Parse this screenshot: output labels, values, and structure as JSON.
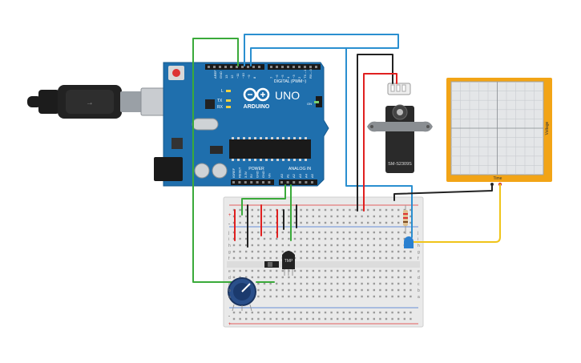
{
  "arduino": {
    "brand": "ARDUINO",
    "model": "UNO",
    "digital_label": "DIGITAL (PWM~)",
    "power_label": "POWER",
    "analog_label": "ANALOG IN",
    "aref": "AREF",
    "gnd": "GND",
    "pins_top": [
      "13",
      "12",
      "~11",
      "~10",
      "~9",
      "8",
      "7",
      "~6",
      "~5",
      "4",
      "~3",
      "2",
      "TX→1",
      "RX←0"
    ],
    "pins_power": [
      "IOREF",
      "RESET",
      "3.3V",
      "5V",
      "GND",
      "GND",
      "Vin"
    ],
    "pins_analog": [
      "A0",
      "A1",
      "A2",
      "A3",
      "A4",
      "A5"
    ],
    "led_l": "L",
    "led_tx": "TX",
    "led_rx": "RX",
    "led_on": "ON"
  },
  "servo": {
    "model": "SM-S2309S"
  },
  "oscilloscope": {
    "y_label": "Voltage",
    "x_label": "Time"
  },
  "sensor": {
    "label": "TMP"
  },
  "breadboard": {
    "rows_left": [
      "j",
      "i",
      "h",
      "g",
      "f"
    ],
    "rows_right": [
      "e",
      "d",
      "c",
      "b",
      "a"
    ],
    "plus": "+",
    "minus": "-"
  },
  "colors": {
    "board": "#1f6fad",
    "wire_green": "#3aaa3a",
    "wire_blue": "#2a8fd0",
    "wire_red": "#e02020",
    "wire_black": "#222222",
    "wire_yellow": "#f0c419",
    "scope_frame": "#f2a416"
  }
}
